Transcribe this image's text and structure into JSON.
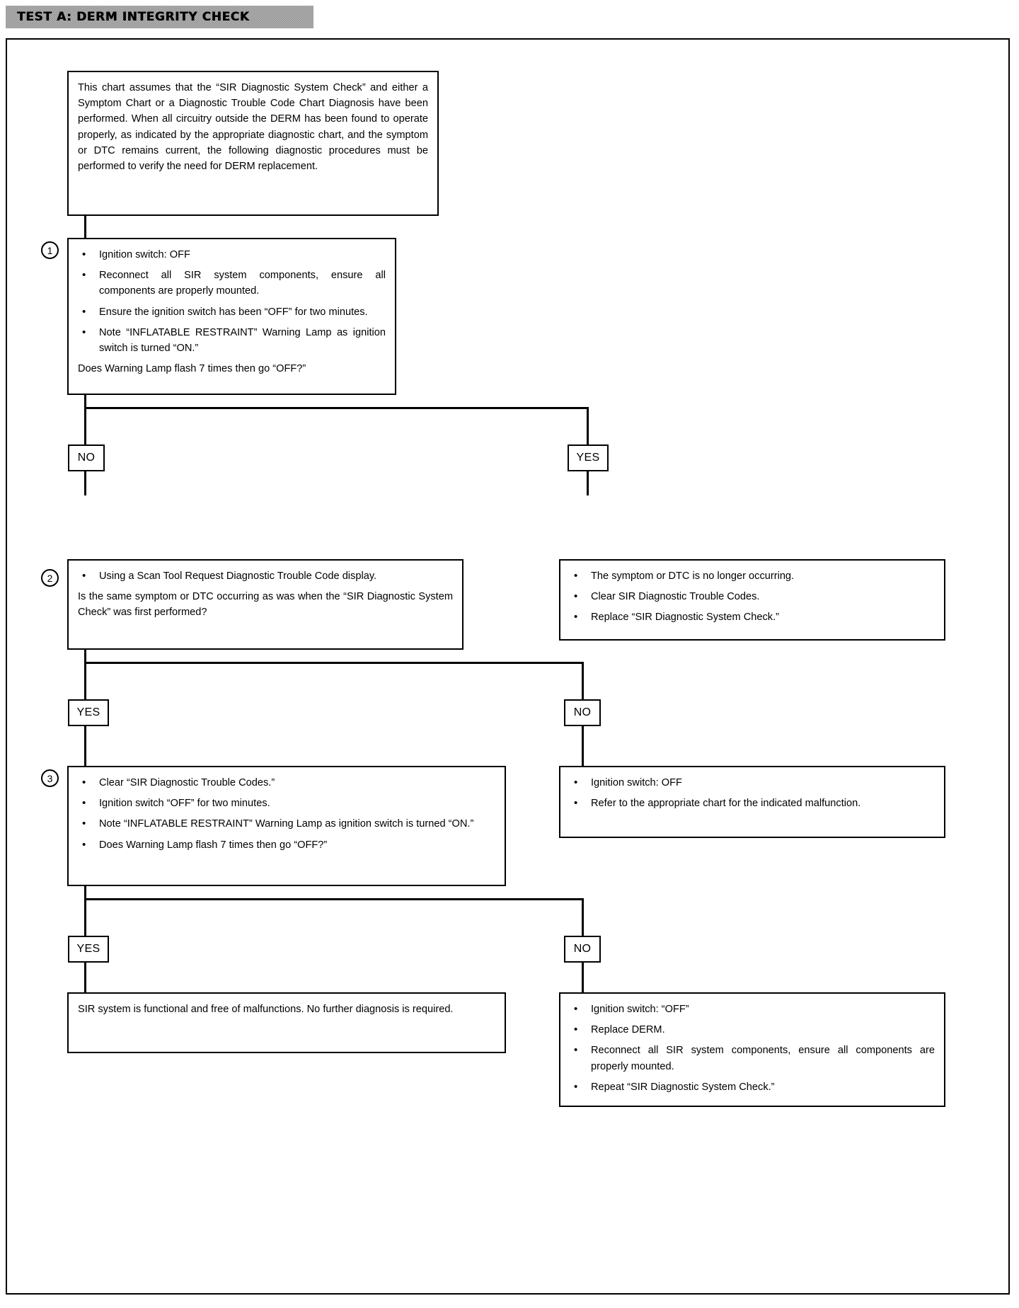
{
  "title": {
    "banner_label": "TEST A:  DERM INTEGRITY CHECK"
  },
  "intro": {
    "text": "This chart assumes that the “SIR Diagnostic System Check” and either a Symptom Chart or a Diagnostic Trouble Code Chart Diagnosis have been performed. When all circuitry outside the DERM has been found to operate properly, as indicated by the appropriate diagnostic chart, and the symptom or DTC remains current, the following diagnostic procedures must be performed to verify the need for DERM replacement."
  },
  "steps": {
    "one": {
      "number": "1",
      "bullets": [
        "Ignition switch:  OFF",
        "Reconnect all SIR system components, ensure all components are properly mounted.",
        "Ensure the ignition switch has been “OFF” for two minutes.",
        "Note “INFLATABLE RESTRAINT” Warning Lamp as ignition switch is turned “ON.”"
      ],
      "question": "Does Warning Lamp flash 7 times then go “OFF?”"
    },
    "two": {
      "number": "2",
      "bullets": [
        "Using a Scan Tool Request Diagnostic Trouble Code display."
      ],
      "question": "Is the same symptom or DTC occurring as was when the “SIR Diagnostic System Check” was first performed?"
    },
    "three": {
      "number": "3",
      "bullets": [
        "Clear “SIR Diagnostic Trouble Codes.”",
        "Ignition switch “OFF” for two minutes.",
        "Note “INFLATABLE RESTRAINT” Warning Lamp as ignition switch is turned “ON.”",
        "Does Warning Lamp flash 7 times then go “OFF?”"
      ]
    }
  },
  "branches": {
    "b1_no": "NO",
    "b1_yes": "YES",
    "b2_yes": "YES",
    "b2_no": "NO",
    "b3_yes": "YES",
    "b3_no": "NO"
  },
  "results": {
    "step1_yes": {
      "bullets": [
        "The symptom or DTC is no longer occurring.",
        "Clear SIR Diagnostic Trouble Codes.",
        "Replace “SIR Diagnostic System Check.”"
      ]
    },
    "step2_no": {
      "bullets": [
        "Ignition switch:  OFF",
        "Refer to the appropriate chart for the indicated malfunction."
      ]
    },
    "step3_yes": {
      "text": "SIR system is functional and free of malfunctions. No further diagnosis is required."
    },
    "step3_no": {
      "bullets": [
        "Ignition switch: “OFF”",
        "Replace DERM.",
        "Reconnect all SIR system components, ensure all components are properly mounted.",
        "Repeat “SIR Diagnostic System Check.”"
      ]
    }
  },
  "icons": {
    "bullet": "•"
  }
}
